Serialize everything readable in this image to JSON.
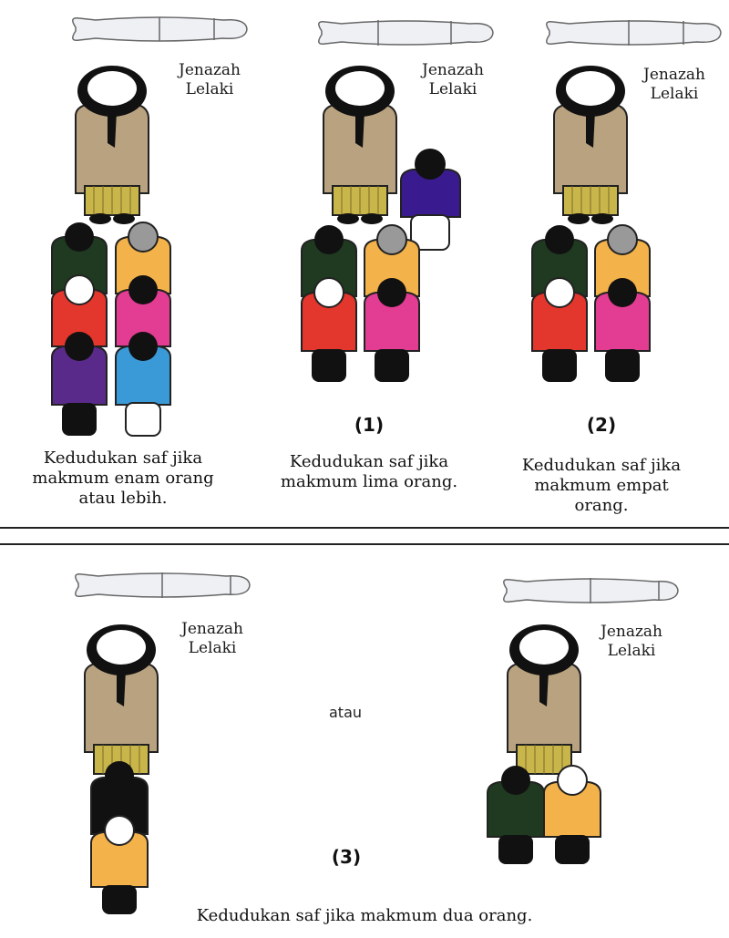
{
  "panels": {
    "six": {
      "corpse_label": [
        "Jenazah",
        "Lelaki"
      ],
      "caption": [
        "Kedudukan saf jika",
        "makmum enam orang",
        "atau lebih."
      ]
    },
    "five": {
      "corpse_label": [
        "Jenazah",
        "Lelaki"
      ],
      "number": "(1)",
      "caption": [
        "Kedudukan saf jika",
        "makmum lima orang."
      ]
    },
    "four": {
      "corpse_label": [
        "Jenazah",
        "Lelaki"
      ],
      "number": "(2)",
      "caption": [
        "Kedudukan saf jika",
        "makmum empat",
        "orang."
      ]
    },
    "two_a": {
      "corpse_label": [
        "Jenazah",
        "Lelaki"
      ]
    },
    "two_b": {
      "corpse_label": [
        "Jenazah",
        "Lelaki"
      ]
    },
    "or_text": "atau",
    "bottom_number": "(3)",
    "bottom_caption": "Kedudukan saf jika makmum dua orang."
  },
  "colors": {
    "imam_robe": "#b9a27f",
    "imam_turban": "#111111",
    "cap_white": "#ffffff",
    "sarong_stripe": "#c9b64a",
    "dark_green": "#1f3a20",
    "orange_check": "#f3b24a",
    "red": "#e3362c",
    "pink": "#e23c93",
    "purple": "#5a2a8a",
    "blue": "#3a9ad8",
    "navy_purple": "#3a1b8f",
    "black": "#111111",
    "shroud": "#eef0f4"
  }
}
